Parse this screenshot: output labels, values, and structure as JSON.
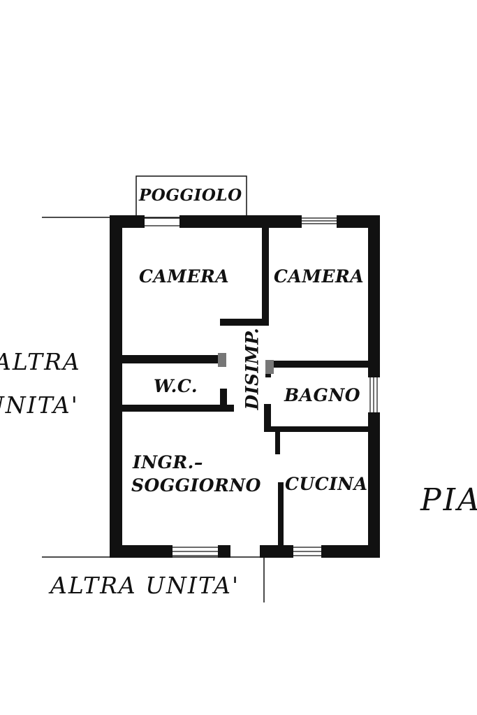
{
  "labels": {
    "poggiolo": "POGGIOLO",
    "camera_left": "CAMERA",
    "camera_right": "CAMERA",
    "wc": "W.C.",
    "disimp": "DISIMP.",
    "bagno": "BAGNO",
    "ingr": "INGR.–",
    "soggiorno": "SOGGIORNO",
    "cucina": "CUCINA",
    "altra_unita_left_1": "ALTRA",
    "altra_unita_left_2": "UNITA'",
    "altra_unita_bottom": "ALTRA UNITA'",
    "page_fragment": "PIA"
  },
  "colors": {
    "wall": "#111111",
    "background": "#ffffff"
  }
}
